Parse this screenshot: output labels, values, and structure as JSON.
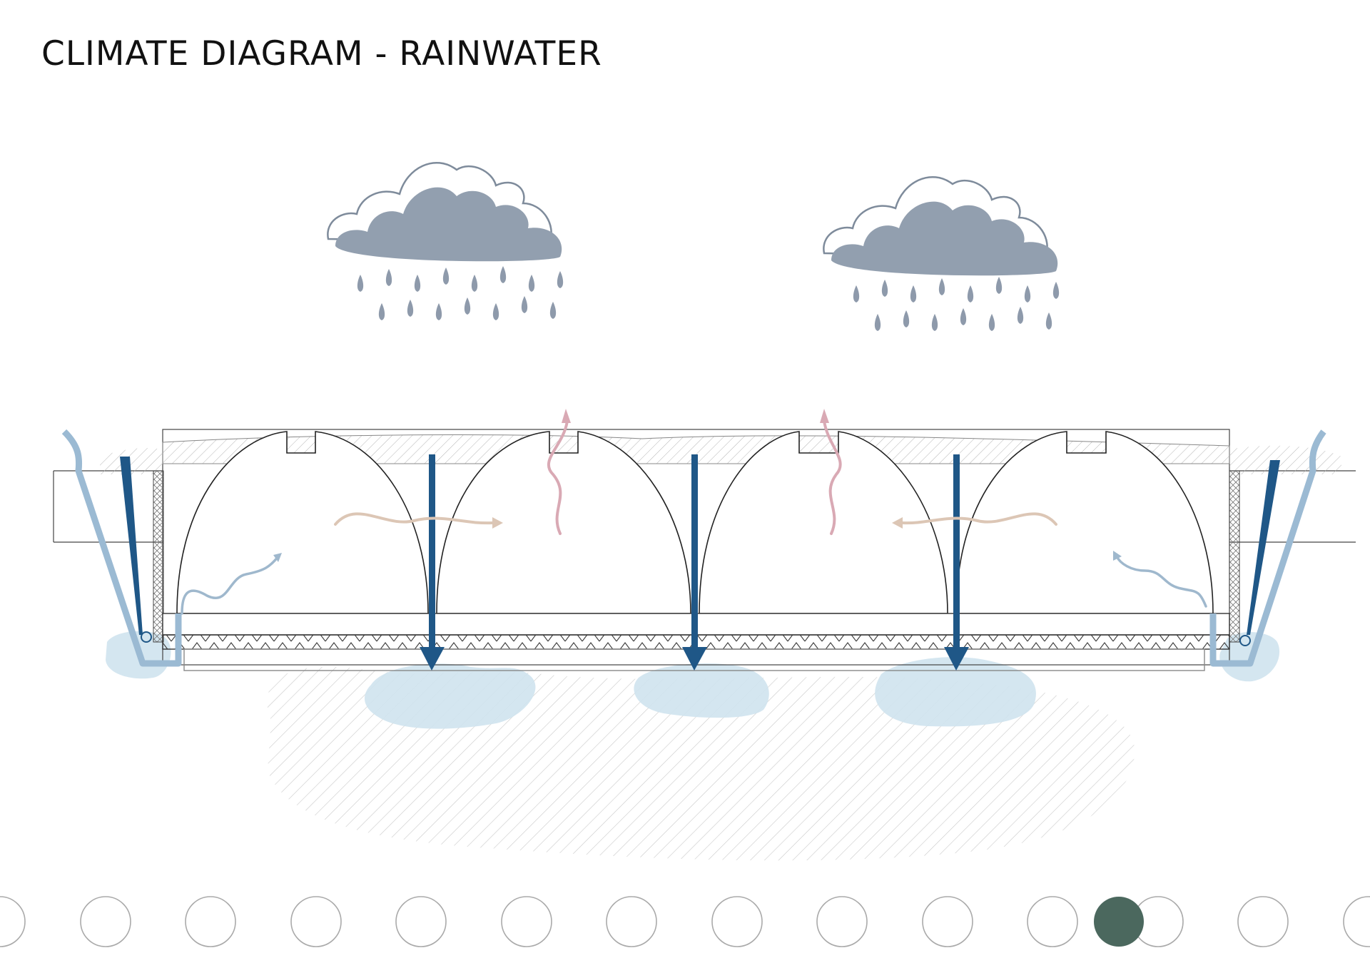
{
  "page": {
    "title": "CLIMATE DIAGRAM - RAINWATER"
  },
  "colors": {
    "cloud_fill": "#929faf",
    "cloud_outline": "#7e8b9b",
    "rain_drop": "#8e9aab",
    "downpipe": "#1f5787",
    "gutter": "#9bbad3",
    "water_pool": "#cfe3ee",
    "warm_air": "#dcc6b5",
    "evaporation": "#d9a9b4",
    "moist_air": "#9fb8cd",
    "structure_line": "#222222",
    "hatch": "#c8c8c8",
    "pager_active": "#4b685e",
    "pager_outline": "#aaaaaa"
  },
  "legend_icons": [
    "rain-cloud-icon",
    "rain-cloud-icon",
    "downpipe-arrow-icon",
    "evaporation-arrow-icon"
  ],
  "pager": {
    "count": 13,
    "active_index": 10
  }
}
